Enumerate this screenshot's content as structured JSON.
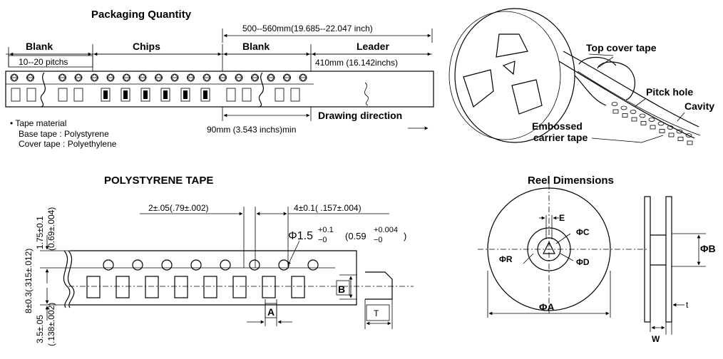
{
  "packaging": {
    "title": "Packaging Quantity",
    "total_length": "500--560mm(19.685--22.047 inch)",
    "sections": [
      "Blank",
      "Chips",
      "Blank",
      "Leader"
    ],
    "blank_pitch": "10--20 pitchs",
    "leader_length": "410mm (16.142inchs)",
    "blank_min": "90mm (3.543 inchs)min",
    "drawing_direction": "Drawing direction",
    "material_title": "• Tape material",
    "base_tape": "Base tape : Polystyrene",
    "cover_tape": "Cover tape : Polyethylene"
  },
  "reel_view": {
    "top_cover_tape": "Top cover tape",
    "pitch_hole": "Pitck hole",
    "cavity": "Cavity",
    "embossed_1": "Embossed",
    "embossed_2": "carrier tape"
  },
  "polystyrene": {
    "title": "POLYSTYRENE TAPE",
    "pitch_small": "2±.05(.79±.002)",
    "pitch_large": "4±0.1( .157±.004)",
    "hole_phi": "Φ1.5",
    "hole_tol_up": "+0.1",
    "hole_tol_down": "−0",
    "hole_inch": "(0.59",
    "hole_inch_up": "+0.004",
    "hole_inch_down": "−0",
    "hole_inch_close": ")",
    "dim_175": "1.75±0.1",
    "dim_069": "(0.69±.004)",
    "dim_8": "8±0.3(.315±.012)",
    "dim_35": "3.5±.05",
    "dim_138": "(.138±.002)",
    "label_a": "A",
    "label_b": "B",
    "label_t": "T"
  },
  "reel_dims": {
    "title": "Reel Dimensions",
    "label_e": "E",
    "label_c": "ΦC",
    "label_r": "ΦR",
    "label_d": "ΦD",
    "label_a": "ΦA",
    "label_b": "ΦB",
    "label_t": "t",
    "label_w": "W"
  }
}
